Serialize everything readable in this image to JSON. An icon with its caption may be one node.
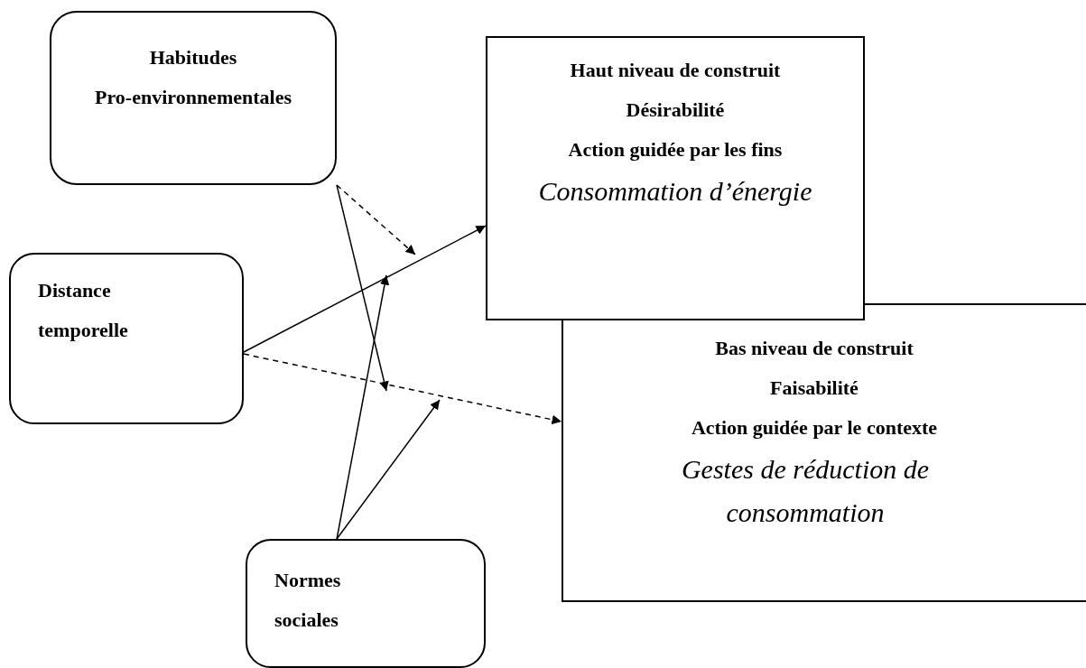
{
  "diagram": {
    "nodes": [
      {
        "text": [
          "Habitudes Pro-environnementales"
        ]
      },
      {
        "text": [
          "Haut niveau de construit",
          "Désirabilité",
          "Action guidée par les fins",
          "Consommation d’énergie"
        ]
      },
      {
        "text": [
          "Distance temporelle"
        ]
      },
      {
        "text": [
          "Bas niveau de construit",
          "Faisabilité",
          "Action guidée par le contexte",
          "Gestes de réduction de consommation"
        ]
      },
      {
        "text": [
          "Normes sociales"
        ]
      }
    ],
    "edges": [
      {
        "from": 2,
        "to": 1,
        "arrow": "to"
      },
      {
        "from": 2,
        "to": 3,
        "arrow": "to",
        "style": "dashed"
      },
      {
        "from": 0,
        "to": null,
        "arrow": "to",
        "style": "dashed"
      },
      {
        "from": 0,
        "to": null,
        "arrow": "to"
      },
      {
        "from": 4,
        "to": null,
        "arrow": "to"
      },
      {
        "from": 4,
        "to": null,
        "arrow": "to"
      }
    ]
  }
}
